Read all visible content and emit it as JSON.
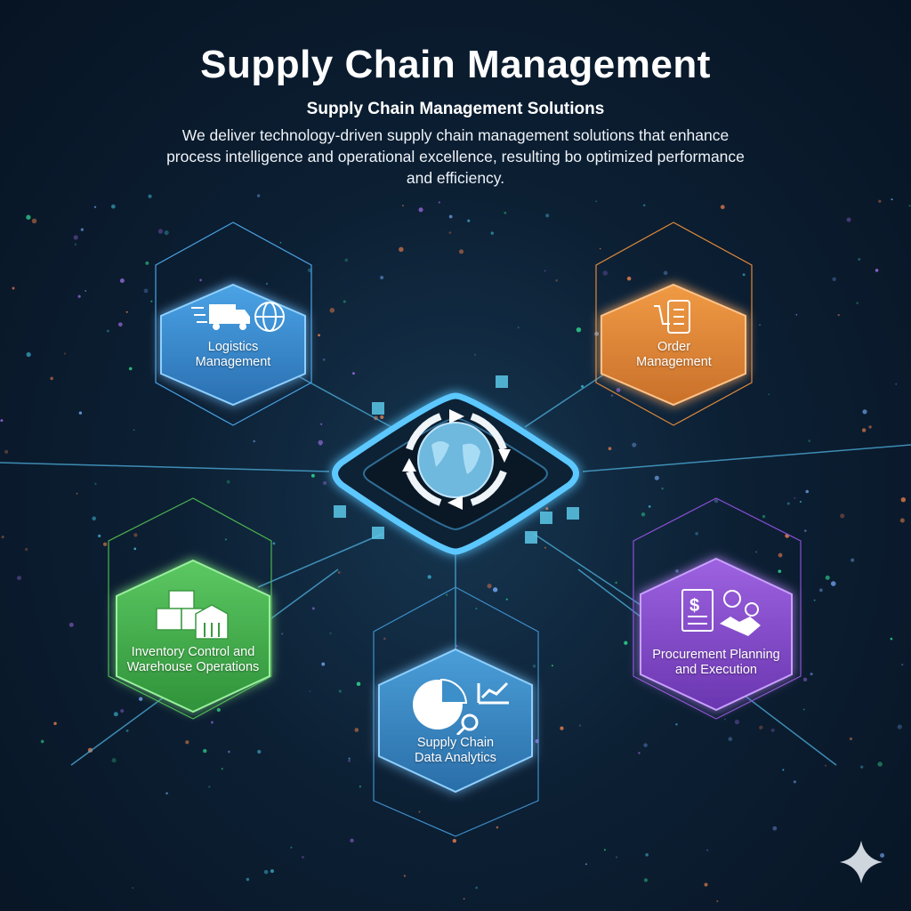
{
  "header": {
    "title": "Supply Chain Management",
    "subtitle": "Supply Chain Management Solutions",
    "description": "We deliver technology-driven supply chain management solutions that enhance process intelligence and operational excellence, resulting bo optimized performance and efficiency."
  },
  "hub": {
    "icon": "globe-with-cycle-arrows-icon"
  },
  "nodes": [
    {
      "label": "Logistics Management",
      "color": "#3b8fd4",
      "icon": "truck-and-globe-icon"
    },
    {
      "label": "Order Management",
      "color": "#e0893a",
      "icon": "cart-checklist-icon"
    },
    {
      "label": "Inventory Control and Warehouse Operations",
      "color": "#4cb552",
      "icon": "boxes-warehouse-icon"
    },
    {
      "label": "Supply Chain Data Analytics",
      "color": "#3d8fca",
      "icon": "pie-chart-magnifier-icon"
    },
    {
      "label": "Procurement Planning and Execution",
      "color": "#8b4fd4",
      "icon": "invoice-gears-handshake-icon"
    }
  ]
}
